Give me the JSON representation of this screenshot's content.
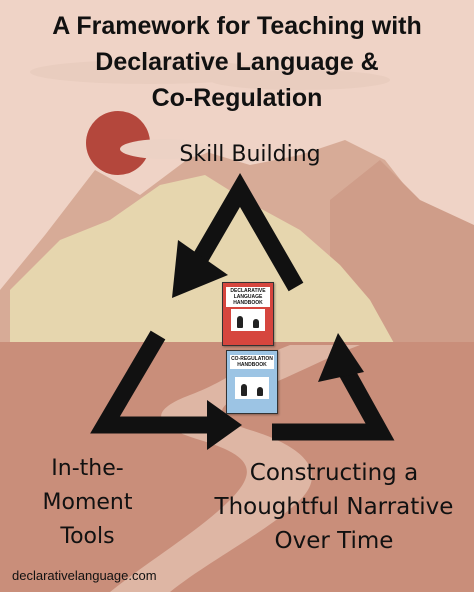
{
  "title": {
    "line1": "A Framework for Teaching with",
    "line2": "Declarative Language &",
    "line3": "Co-Regulation"
  },
  "nodes": {
    "top": {
      "label": "Skill Building"
    },
    "left": {
      "line1": "In-the-",
      "line2": "Moment",
      "line3": "Tools"
    },
    "right": {
      "line1": "Constructing a",
      "line2": "Thoughtful Narrative",
      "line3": "Over Time"
    }
  },
  "books": {
    "declarative": {
      "title": "DECLARATIVE LANGUAGE HANDBOOK"
    },
    "coregulation": {
      "title": "CO-REGULATION HANDBOOK"
    }
  },
  "footer": {
    "url": "declarativelanguage.com"
  },
  "colors": {
    "sky": "#efd3c6",
    "ground": "#c98e7a",
    "sun": "#b4473c",
    "hill": "#e6d6ae",
    "mountain": "#d8a994",
    "arrow": "#111111"
  }
}
